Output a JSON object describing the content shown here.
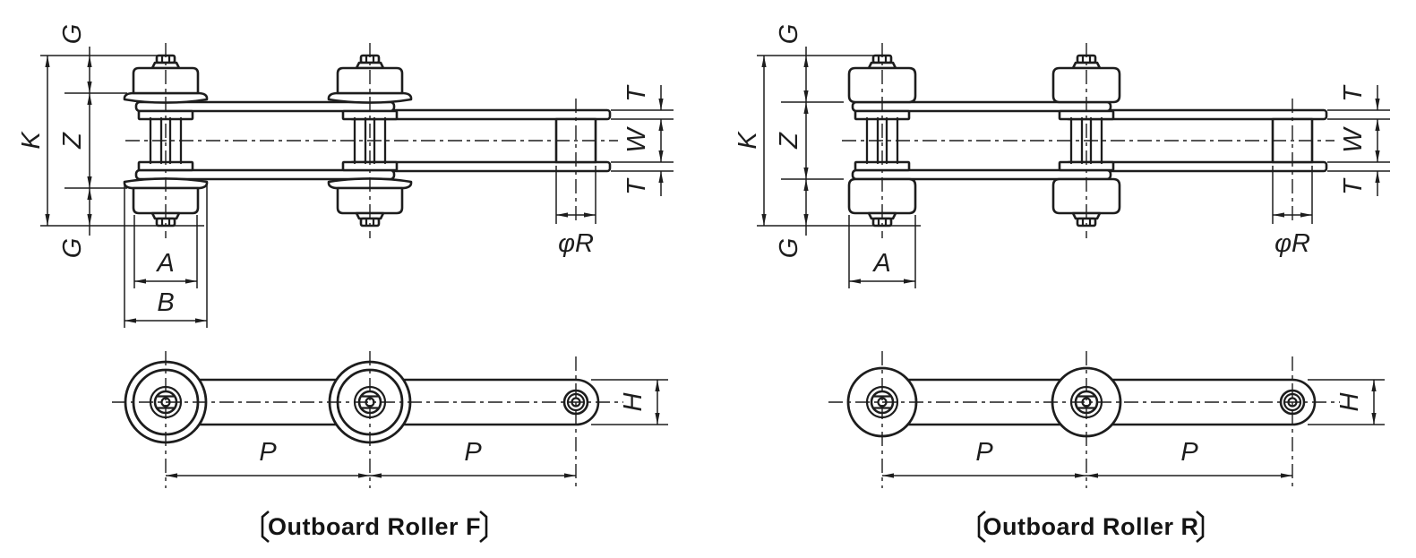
{
  "drawing": {
    "background": "#ffffff",
    "line_color": "#1d1d1d"
  },
  "figures": [
    {
      "id": "outboard-roller-f",
      "caption": {
        "open": "〔",
        "text": "Outboard Roller F",
        "close": "〕"
      },
      "labels": {
        "g_top": "G",
        "k": "K",
        "z": "Z",
        "g_bottom": "G",
        "a": "A",
        "b": "B",
        "t_top": "T",
        "w": "W",
        "t_bottom": "T",
        "roller_diameter": "φR",
        "pitch_left": "P",
        "pitch_right": "P",
        "h": "H"
      }
    },
    {
      "id": "outboard-roller-r",
      "caption": {
        "open": "〔",
        "text": "Outboard Roller R",
        "close": "〕"
      },
      "labels": {
        "g_top": "G",
        "k": "K",
        "z": "Z",
        "g_bottom": "G",
        "a": "A",
        "t_top": "T",
        "w": "W",
        "t_bottom": "T",
        "roller_diameter": "φR",
        "pitch_left": "P",
        "pitch_right": "P",
        "h": "H"
      }
    }
  ]
}
